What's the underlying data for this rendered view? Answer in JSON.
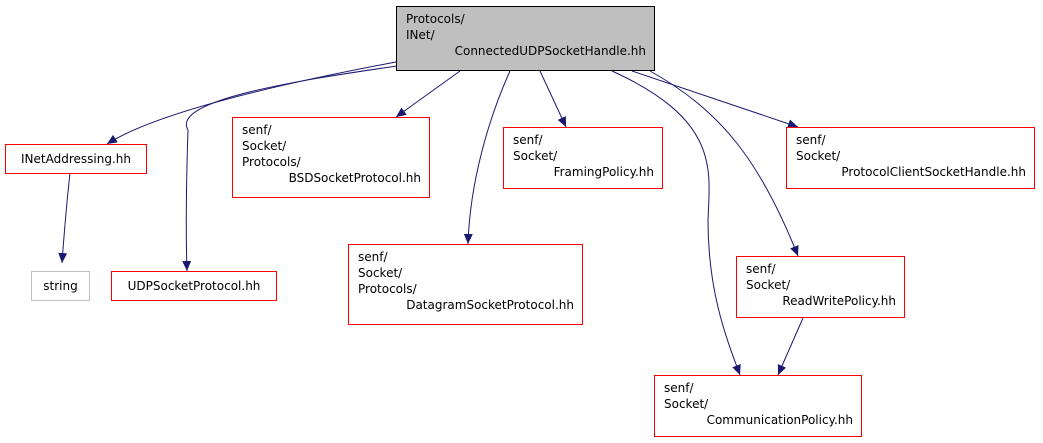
{
  "colors": {
    "edge": "#191970",
    "node_border": "#ff0000",
    "root_fill": "#bfbfbf",
    "root_border": "#000000",
    "external_border": "#bfbfbf"
  },
  "nodes": {
    "root": {
      "lines": [
        "Protocols/",
        "INet/",
        "ConnectedUDPSocketHandle.hh"
      ]
    },
    "inet_addressing": {
      "lines": [
        "INetAddressing.hh"
      ]
    },
    "string": {
      "lines": [
        "string"
      ]
    },
    "udp_socket_protocol": {
      "lines": [
        "UDPSocketProtocol.hh"
      ]
    },
    "bsd_socket_protocol": {
      "lines": [
        "senf/",
        "Socket/",
        "Protocols/",
        "BSDSocketProtocol.hh"
      ]
    },
    "datagram_socket_protocol": {
      "lines": [
        "senf/",
        "Socket/",
        "Protocols/",
        "DatagramSocketProtocol.hh"
      ]
    },
    "framing_policy": {
      "lines": [
        "senf/",
        "Socket/",
        "FramingPolicy.hh"
      ]
    },
    "protocol_client_socket_handle": {
      "lines": [
        "senf/",
        "Socket/",
        "ProtocolClientSocketHandle.hh"
      ]
    },
    "read_write_policy": {
      "lines": [
        "senf/",
        "Socket/",
        "ReadWritePolicy.hh"
      ]
    },
    "communication_policy": {
      "lines": [
        "senf/",
        "Socket/",
        "CommunicationPolicy.hh"
      ]
    }
  },
  "edges": [
    {
      "from": "root",
      "to": "inet_addressing"
    },
    {
      "from": "root",
      "to": "udp_socket_protocol"
    },
    {
      "from": "root",
      "to": "bsd_socket_protocol"
    },
    {
      "from": "root",
      "to": "datagram_socket_protocol"
    },
    {
      "from": "root",
      "to": "framing_policy"
    },
    {
      "from": "root",
      "to": "protocol_client_socket_handle"
    },
    {
      "from": "root",
      "to": "read_write_policy"
    },
    {
      "from": "root",
      "to": "communication_policy"
    },
    {
      "from": "inet_addressing",
      "to": "string"
    },
    {
      "from": "read_write_policy",
      "to": "communication_policy"
    }
  ]
}
